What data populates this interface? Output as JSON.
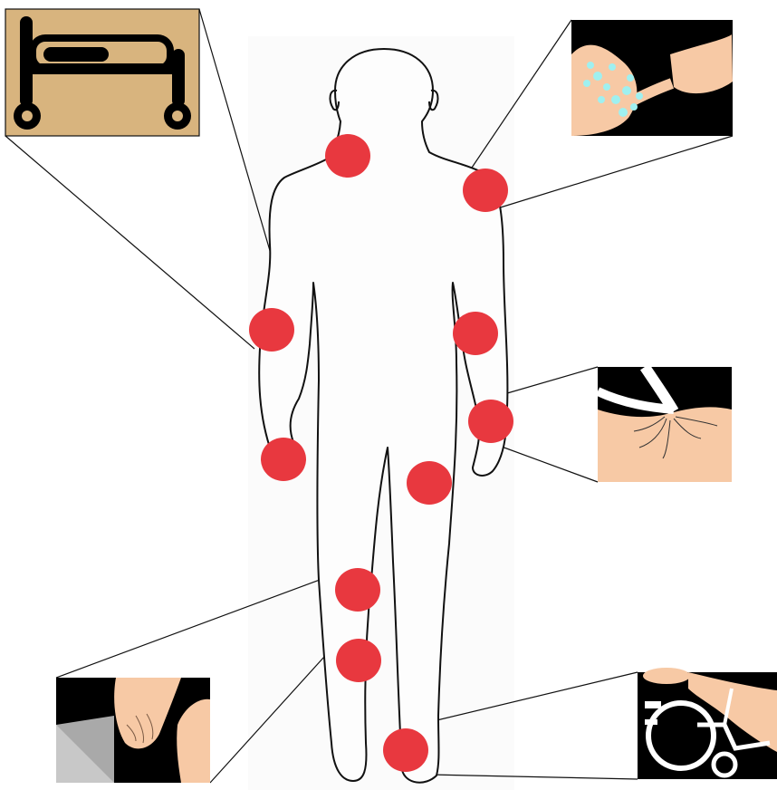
{
  "colors": {
    "background": "#ffffff",
    "body_panel": "#fbfbfb",
    "body_outline": "#111111",
    "marker": "#e8383f",
    "skin": "#f7c9a5",
    "tan_panel": "#d8b47e",
    "dark": "#000000"
  },
  "figure": {
    "name": "human-body-outline-front-view"
  },
  "markers": [
    {
      "name": "back-of-head-marker"
    },
    {
      "name": "shoulder-marker"
    },
    {
      "name": "right-elbow-marker"
    },
    {
      "name": "left-elbow-marker"
    },
    {
      "name": "wrist-marker"
    },
    {
      "name": "hand-marker"
    },
    {
      "name": "hip-marker"
    },
    {
      "name": "knee-marker"
    },
    {
      "name": "shin-marker"
    },
    {
      "name": "heel-marker"
    }
  ],
  "insets": [
    {
      "name": "hospital-bed-icon"
    },
    {
      "name": "washing-arm-picture"
    },
    {
      "name": "skin-fold-picture"
    },
    {
      "name": "knees-picture"
    },
    {
      "name": "wheelchair-icon"
    }
  ]
}
